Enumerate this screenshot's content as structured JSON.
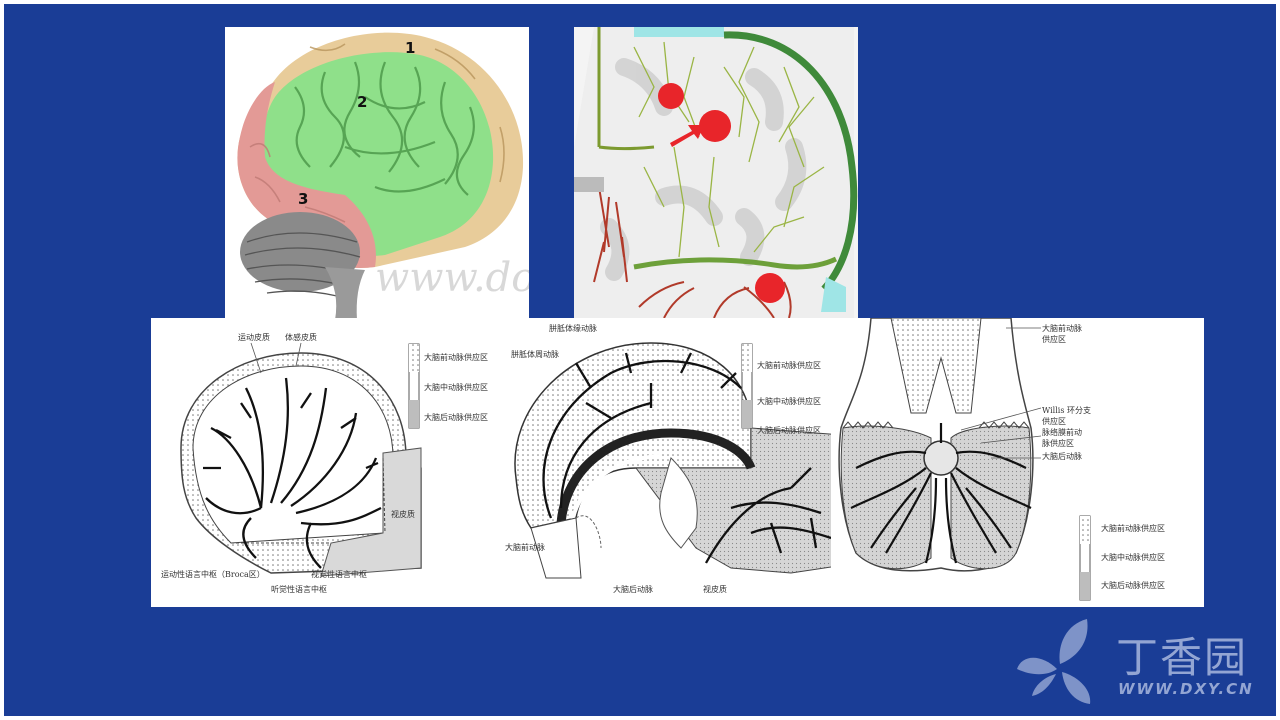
{
  "lateral_brain": {
    "region_labels": [
      "1",
      "2",
      "3"
    ],
    "watermark": "www.do",
    "colors": {
      "region1": "#e8cc9a",
      "region2": "#8fe08a",
      "region3": "#e39a96"
    }
  },
  "coronal_section": {
    "marker_color": "#e8252a",
    "vessel_color": "#7fa33a"
  },
  "lateral_diagram": {
    "top_labels": [
      "运动皮质",
      "体感皮质"
    ],
    "legend": [
      "大脑前动脉供应区",
      "大脑中动脉供应区",
      "大脑后动脉供应区"
    ],
    "bottom_labels": [
      "运动性语言中枢（Broca区）",
      "听觉性语言中枢",
      "视觉性语言中枢"
    ],
    "right_label": "视皮质"
  },
  "medial_diagram": {
    "top_labels": [
      "胼胝体缘动脉",
      "胼胝体周动脉"
    ],
    "legend": [
      "大脑前动脉供应区",
      "大脑中动脉供应区",
      "大脑后动脉供应区"
    ],
    "bottom_labels": [
      "大脑前动脉",
      "大脑后动脉",
      "视皮质"
    ]
  },
  "basal_diagram": {
    "right_labels": [
      "大脑前动脉",
      "供应区",
      "Willis 环分支",
      "供应区",
      "脉络膜前动",
      "脉供应区",
      "大脑后动脉"
    ],
    "legend": [
      "大脑前动脉供应区",
      "大脑中动脉供应区",
      "大脑后动脉供应区"
    ]
  },
  "watermark": {
    "brand": "丁香园",
    "url": "WWW.DXY.CN"
  }
}
